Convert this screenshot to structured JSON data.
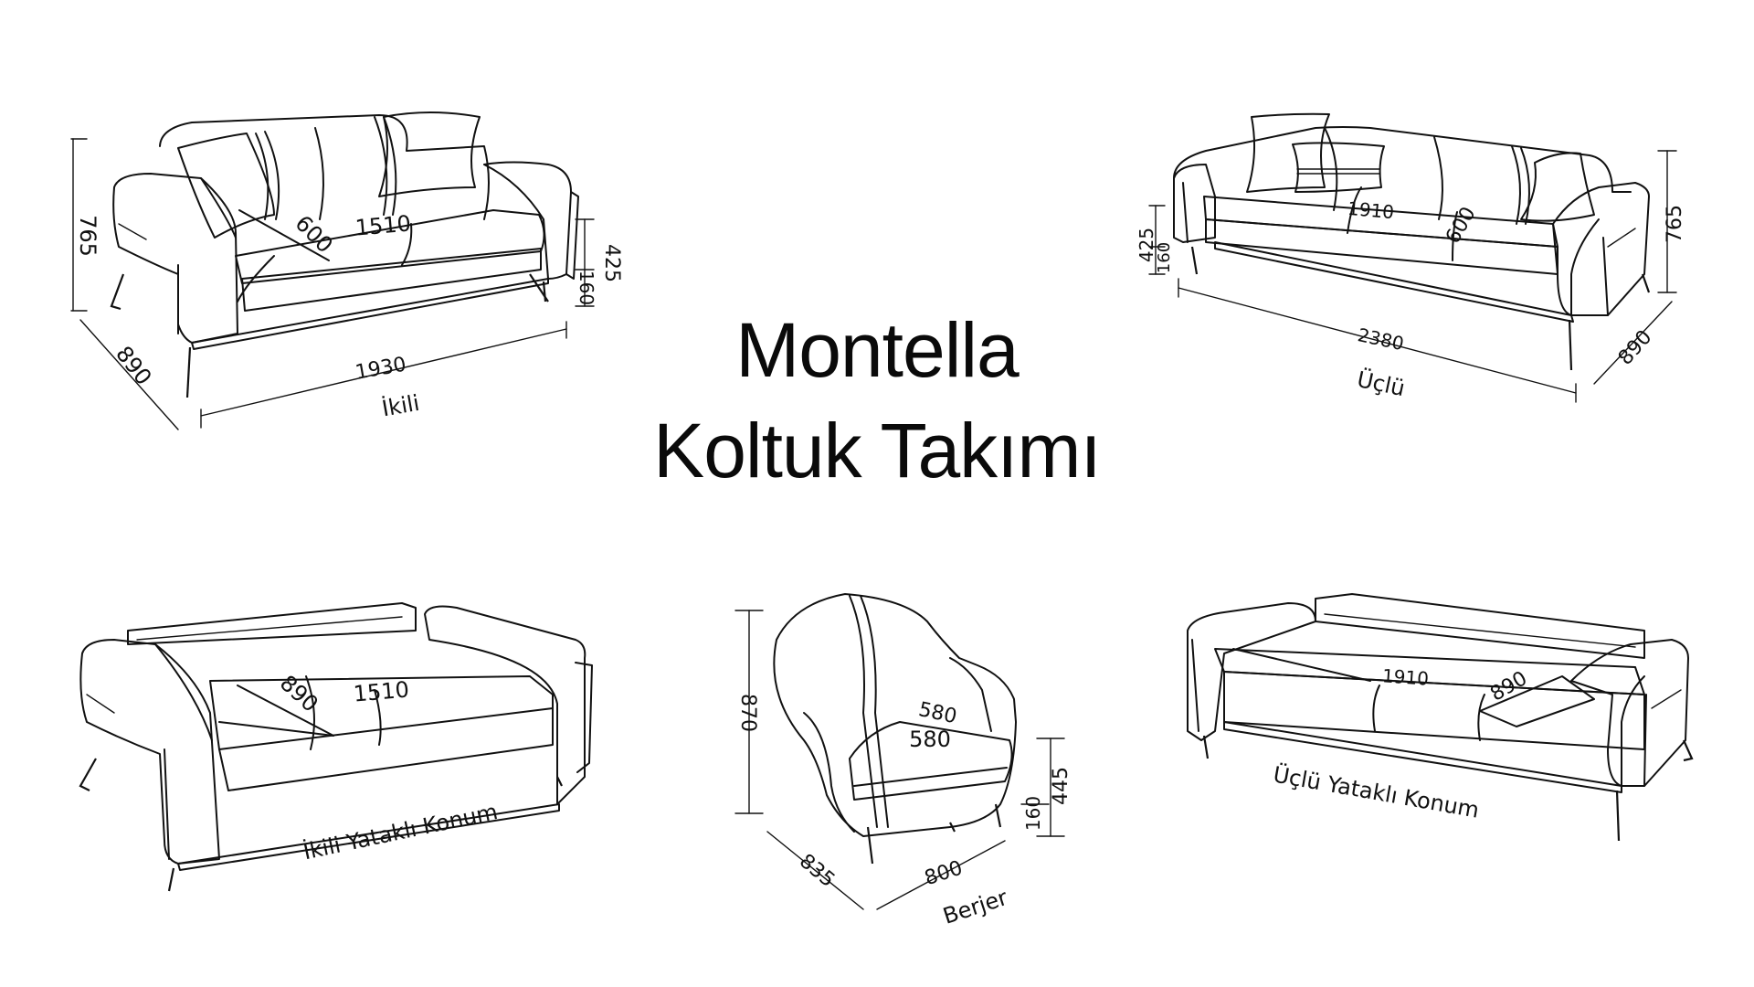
{
  "title": {
    "line1": "Montella",
    "line2": "Koltuk Takımı"
  },
  "ikili": {
    "name": "İkili",
    "height": "765",
    "depth": "890",
    "width": "1930",
    "seat_width": "1510",
    "seat_depth": "600",
    "seat_height": "425",
    "leg_height": "160"
  },
  "uclu": {
    "name": "Üçlü",
    "height": "765",
    "depth": "890",
    "width": "2380",
    "seat_width": "1910",
    "seat_depth": "600",
    "seat_height": "425",
    "leg_height": "160"
  },
  "ikili_bed": {
    "name": "İkili Yataklı Konum",
    "bed_depth": "890",
    "bed_width": "1510"
  },
  "berjer": {
    "name": "Berjer",
    "height": "870",
    "depth": "835",
    "width": "800",
    "seat_width": "580",
    "seat_depth": "580",
    "seat_height": "445",
    "leg_height": "160"
  },
  "uclu_bed": {
    "name": "Üçlü Yataklı Konum",
    "bed_width": "1910",
    "bed_depth": "890"
  }
}
